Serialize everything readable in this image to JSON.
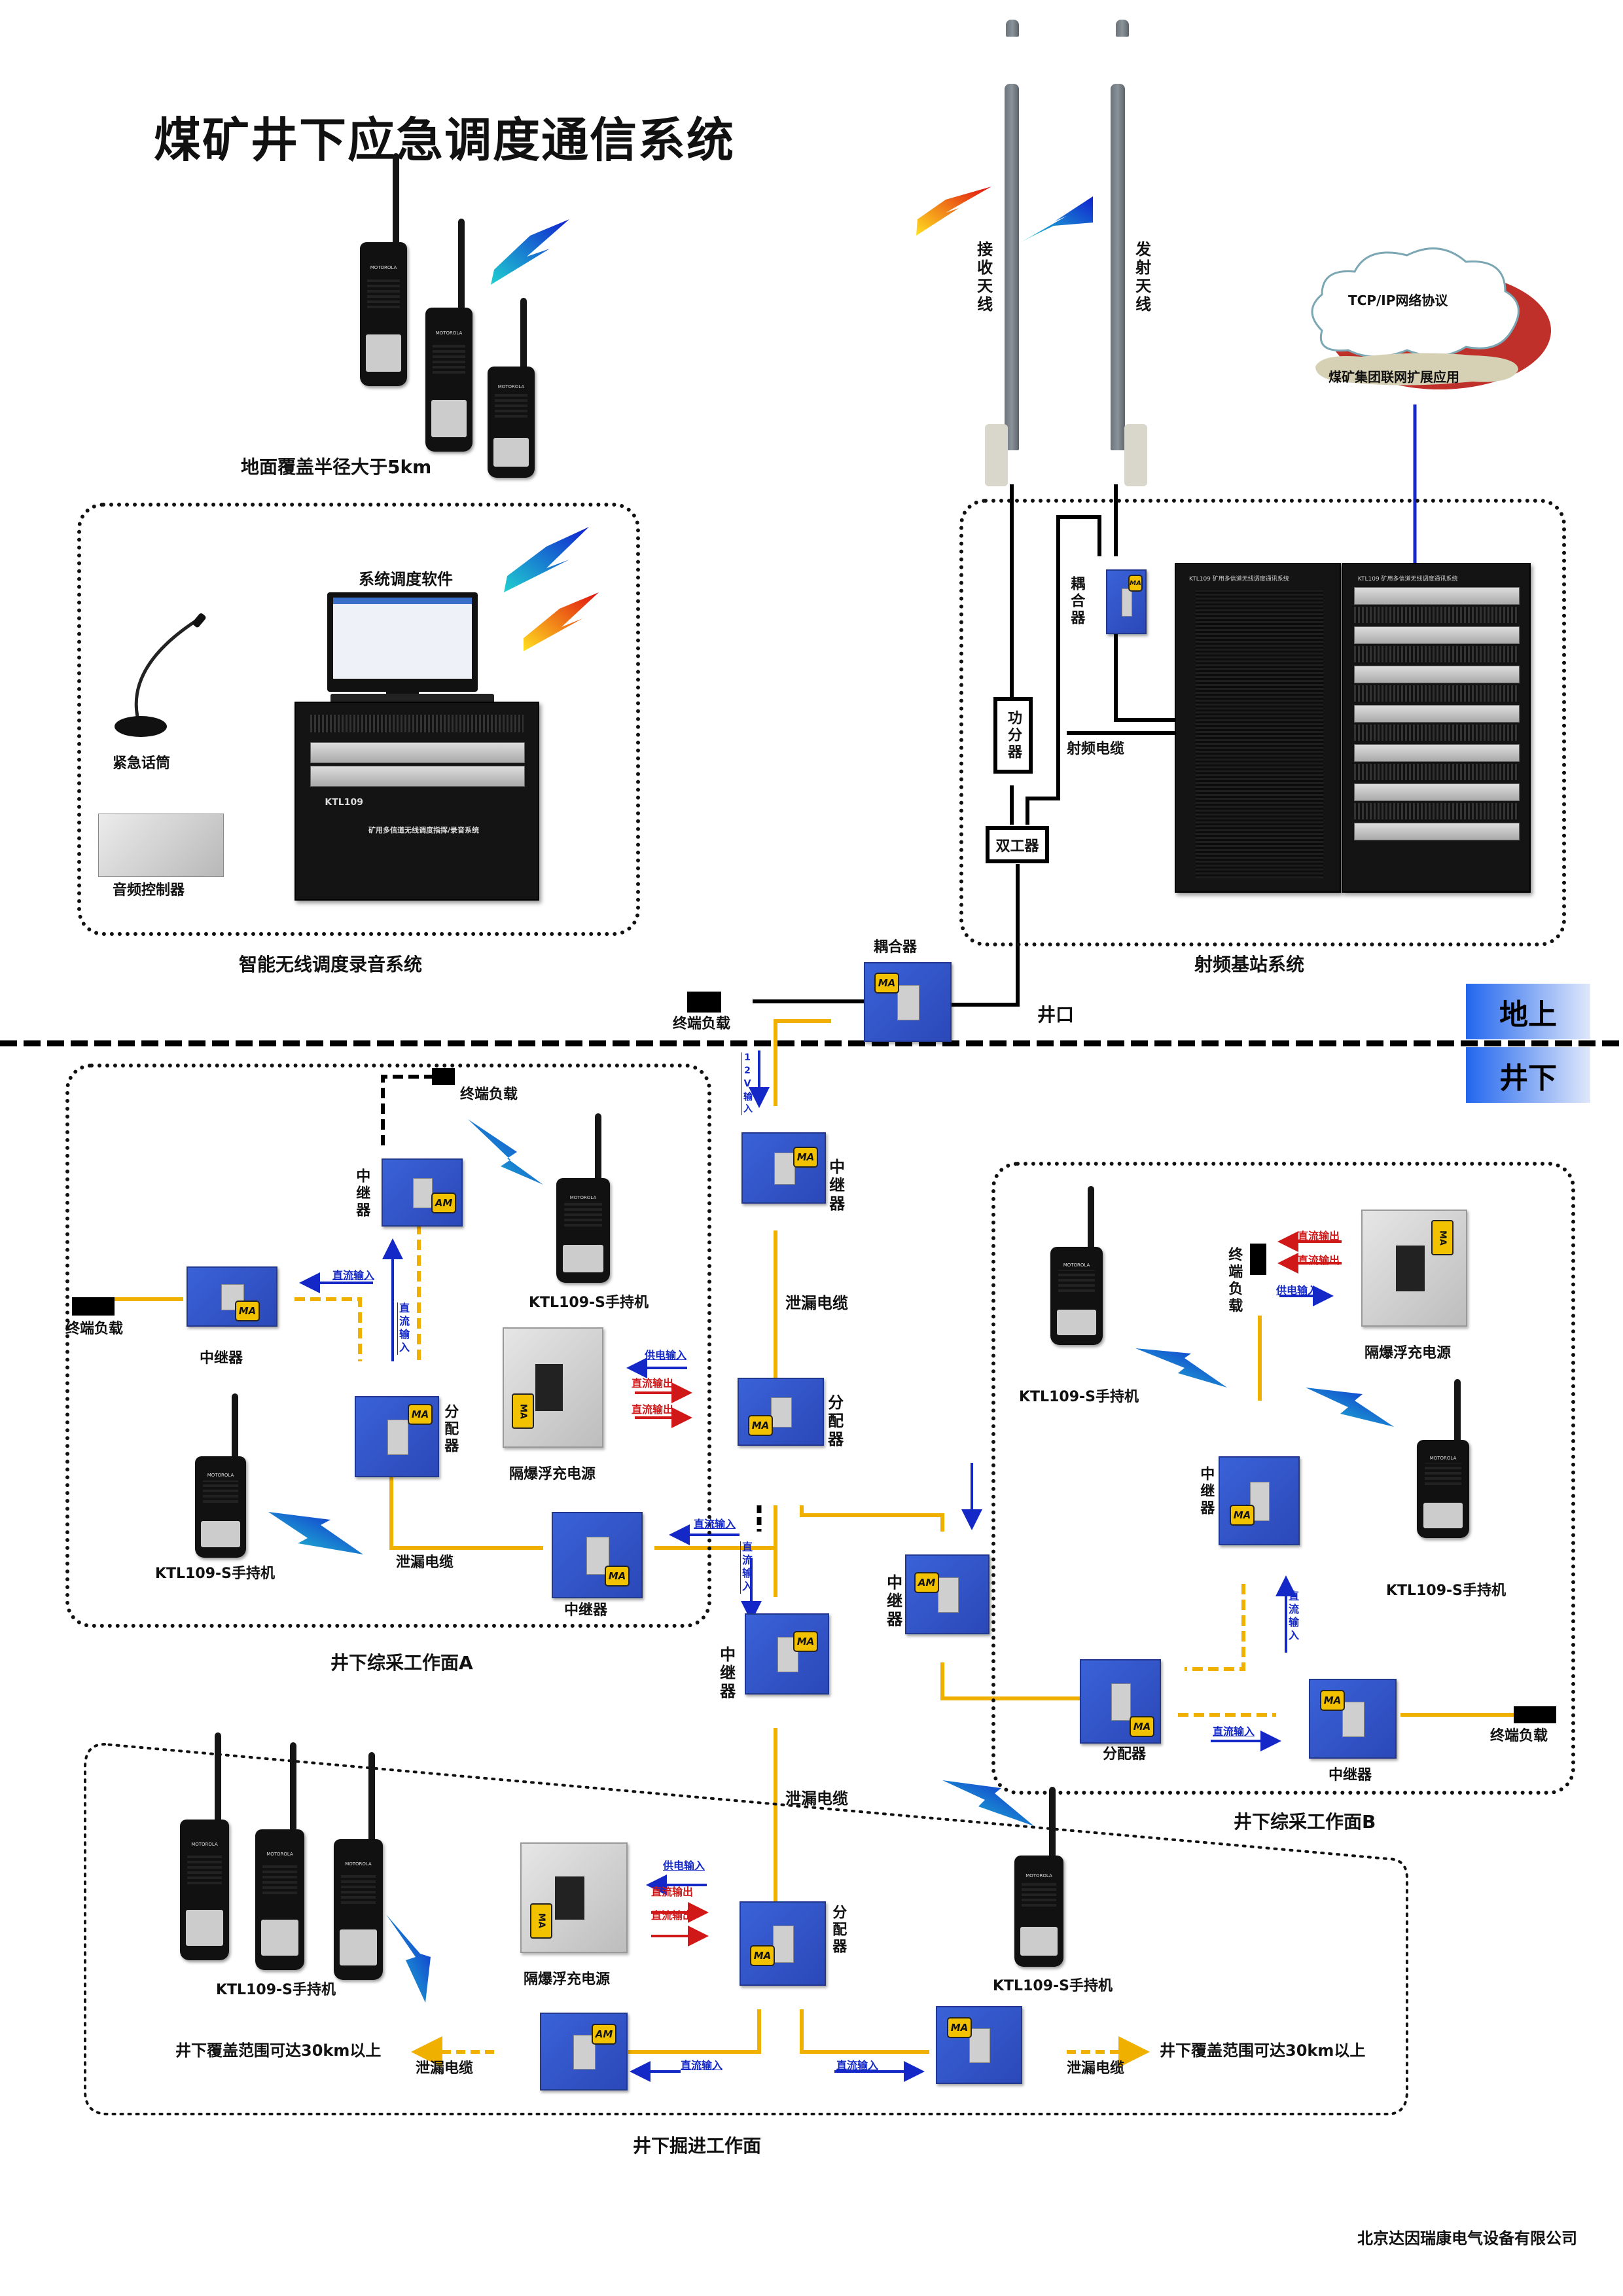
{
  "title": "煤矿井下应急调度通信系统",
  "surface": {
    "coverage_label": "地面覆盖半径大于5km",
    "dispatch_zone_label": "智能无线调度录音系统",
    "software_label": "系统调度软件",
    "mic_label": "紧急话筒",
    "audio_controller_label": "音频控制器",
    "console_brand": "KTL109",
    "console_caption": "矿用多信道无线调度指挥/录音系统"
  },
  "base_station": {
    "zone_label": "射频基站系统",
    "rx_antenna_label": "接收天线",
    "tx_antenna_label": "发射天线",
    "coupler_label": "耦合器",
    "power_splitter_label": "功分器",
    "duplexer_label": "双工器",
    "rf_cable_label": "射频电缆",
    "rack_caption": "KTL109 矿用多信道无线调度通讯系统",
    "cloud_top": "TCP/IP网络协议",
    "cloud_bottom": "煤矿集团联网扩展应用"
  },
  "shaft": {
    "coupler_label": "耦合器",
    "terminal_load_label": "终端负载",
    "well_mouth_label": "井口",
    "above_ground": "地上",
    "below_ground": "井下",
    "input_12v": "12V输入"
  },
  "trunk": {
    "repeater_label": "中继器",
    "leaky_cable_label": "泄漏电缆",
    "splitter_label": "分配器"
  },
  "face_a": {
    "zone_label": "井下综采工作面A",
    "repeater_top": "中继器",
    "repeater_left": "中继器",
    "splitter": "分配器",
    "repeater_bottom": "中继器",
    "terminal_load_top": "终端负载",
    "terminal_load_left": "终端负载",
    "handset_top": "KTL109-S手持机",
    "handset_bottom": "KTL109-S手持机",
    "psu_label": "隔爆浮充电源",
    "leaky_cable": "泄漏电缆",
    "dc_in": "直流输入",
    "power_in": "供电输入",
    "dc_out": "直流输出"
  },
  "face_b": {
    "zone_label": "井下综采工作面B",
    "repeater_top": "中继器",
    "repeater_left": "中继器",
    "splitter": "分配器",
    "repeater_right": "中继器",
    "terminal_load": "终端负载",
    "terminal_load_top": "终端负载",
    "handset_left": "KTL109-S手持机",
    "handset_right": "KTL109-S手持机",
    "psu_label": "隔爆浮充电源",
    "dc_in": "直流输入",
    "power_in": "供电输入",
    "dc_out": "直流输出"
  },
  "heading_face": {
    "zone_label": "井下掘进工作面",
    "splitter": "分配器",
    "leaky_cable_top": "泄漏电缆",
    "leaky_cable_left": "泄漏电缆",
    "leaky_cable_right": "泄漏电缆",
    "handsets_label": "KTL109-S手持机",
    "handset_right": "KTL109-S手持机",
    "psu_label": "隔爆浮充电源",
    "coverage_left": "井下覆盖范围可达30km以上",
    "coverage_right": "井下覆盖范围可达30km以上",
    "dc_in": "直流输入",
    "power_in": "供电输入",
    "dc_out": "直流输出"
  },
  "badges": {
    "ma": "MA",
    "am": "AM",
    "motorola": "MOTOROLA"
  },
  "colors": {
    "device_blue": "#2f55c8",
    "leaky_cable": "#f0b000",
    "dc_arrow": "#1428c8",
    "dc_out_arrow": "#d01818",
    "network_link": "#1428c8"
  },
  "footer": "北京达因瑞康电气设备有限公司"
}
